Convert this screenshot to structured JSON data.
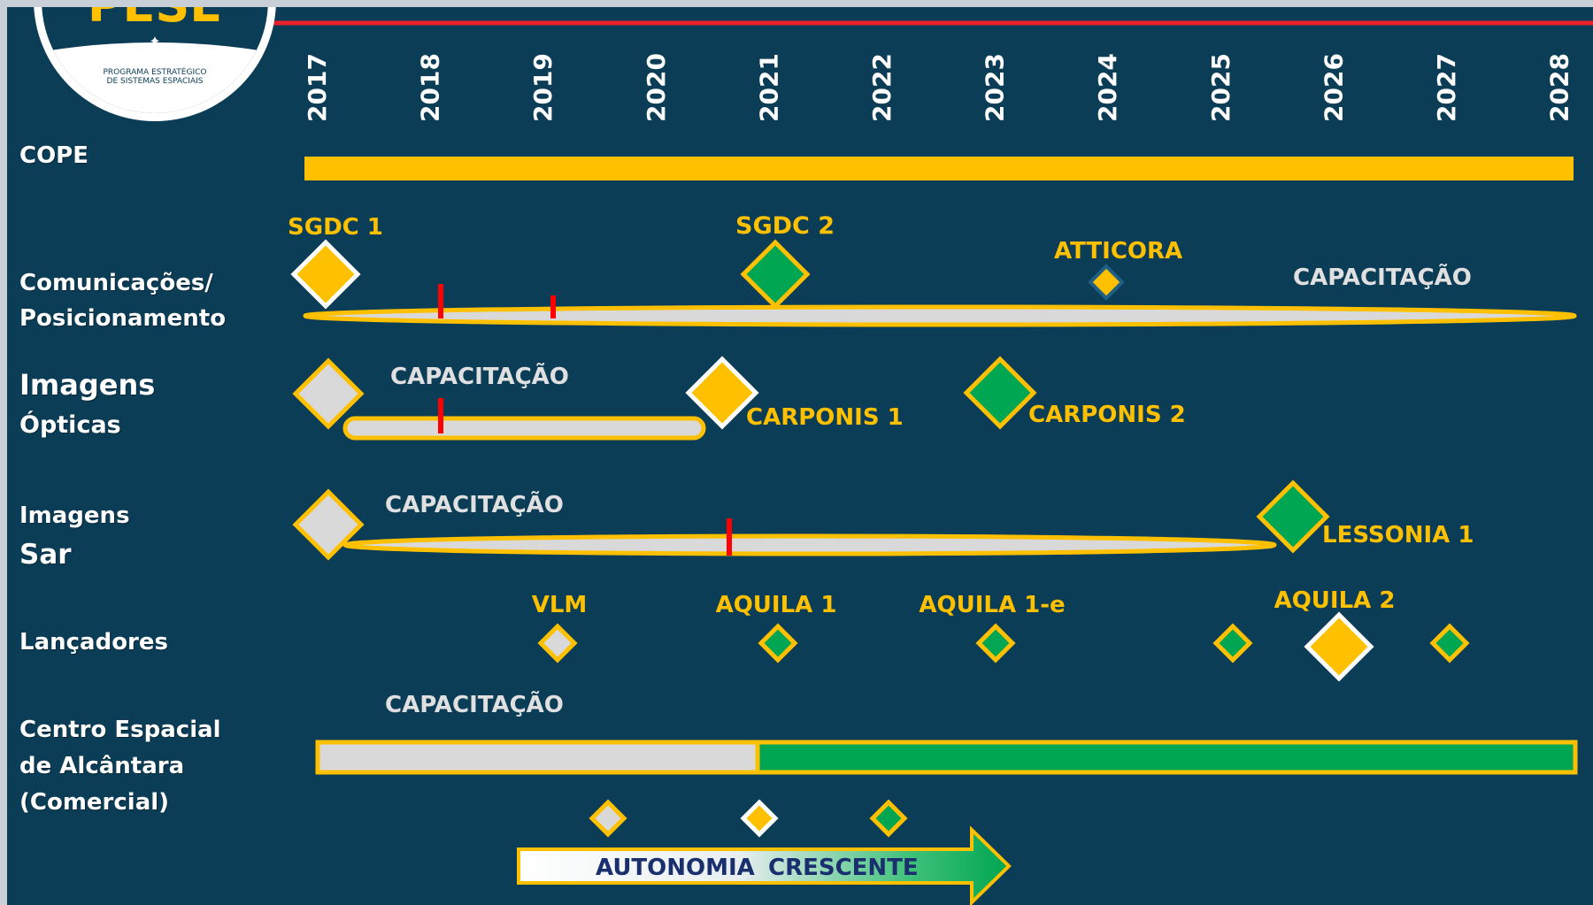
{
  "logo": {
    "acronym": "PESE",
    "subtitle_line1": "PROGRAMA ESTRATÉGICO",
    "subtitle_line2": "DE SISTEMAS ESPACIAIS"
  },
  "years": [
    "2017",
    "2018",
    "2019",
    "2020",
    "2021",
    "2022",
    "2023",
    "2024",
    "2025",
    "2026",
    "2027",
    "2028"
  ],
  "rows": {
    "cope": "COPE",
    "comunicacoes_line1": "Comunicações/",
    "comunicacoes_line2": "Posicionamento",
    "imagens_opticas_line1": "Imagens",
    "imagens_opticas_line2": "Ópticas",
    "imagens_sar_line1": "Imagens",
    "imagens_sar_line2": "Sar",
    "lancadores": "Lançadores",
    "centro_line1": "Centro Espacial",
    "centro_line2": "de Alcântara",
    "centro_line3": "(Comercial)"
  },
  "milestones": {
    "sgdc1": "SGDC 1",
    "sgdc2": "SGDC 2",
    "atticora": "ATTICORA",
    "capacitacao_com": "CAPACITAÇÃO",
    "capacitacao_opt": "CAPACITAÇÃO",
    "carponis1": "CARPONIS 1",
    "carponis2": "CARPONIS 2",
    "capacitacao_sar": "CAPACITAÇÃO",
    "lessonia1": "LESSONIA 1",
    "vlm": "VLM",
    "aquila1": "AQUILA 1",
    "aquila1e": "AQUILA 1-e",
    "aquila2": "AQUILA 2",
    "capacitacao_cea": "CAPACITAÇÃO"
  },
  "legend_arrow": {
    "word1": "AUTONOMIA",
    "word2": "CRESCENTE"
  },
  "colors": {
    "background": "#0b3d57",
    "yellow": "#ffc000",
    "green": "#00a651",
    "grey": "#d9d9d9",
    "red": "#ff0000",
    "white": "#ffffff"
  },
  "diamond_legend": [
    "grey-diamond",
    "white-diamond",
    "green-diamond"
  ]
}
